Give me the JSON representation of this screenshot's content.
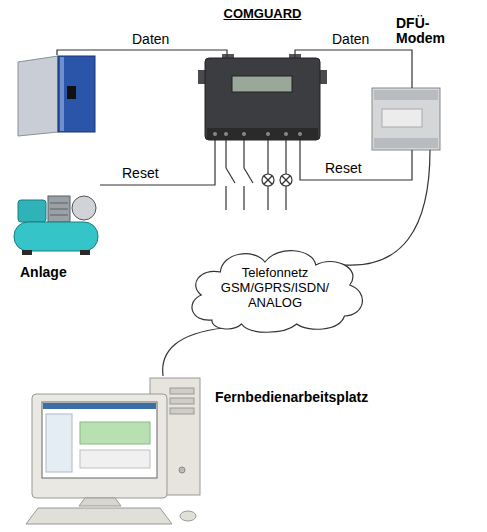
{
  "diagram": {
    "nodes": [
      {
        "text": [
          "Anlage"
        ]
      },
      {
        "text": [
          "COMGUARD"
        ]
      },
      {
        "text": [
          "DFÜ-Modem"
        ]
      },
      {
        "text": [
          "Telefonnetz GSM/GPRS/ISDN/ ANALOG"
        ]
      },
      {
        "text": [
          "Fernbedienarbeitsplatz"
        ]
      }
    ],
    "edges": [
      {
        "from": 0,
        "to": 1,
        "arrow": "none",
        "label": "Daten"
      },
      {
        "from": 0,
        "to": 1,
        "arrow": "none",
        "label": "Reset"
      },
      {
        "from": 1,
        "to": 2,
        "arrow": "none",
        "label": "Daten"
      },
      {
        "from": 2,
        "to": 1,
        "arrow": "none",
        "label": "Reset"
      },
      {
        "from": 2,
        "to": 3,
        "arrow": "none"
      },
      {
        "from": 3,
        "to": 4,
        "arrow": "none"
      }
    ]
  }
}
